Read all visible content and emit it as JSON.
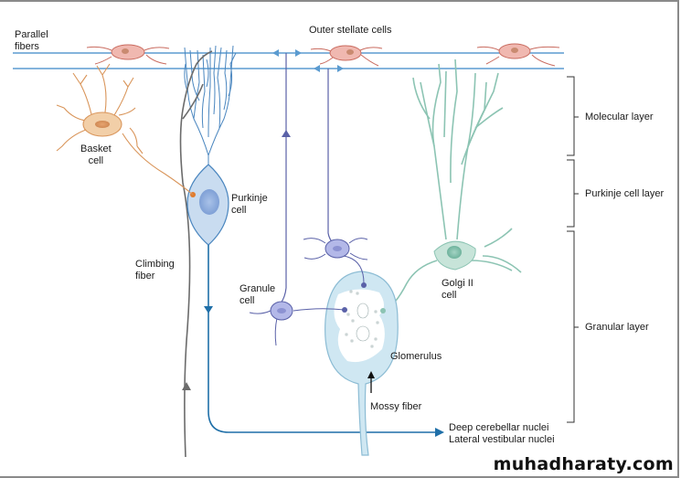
{
  "labels": {
    "parallel_fibers": "Parallel\nfibers",
    "parallel_fibers_line1": "Parallel",
    "parallel_fibers_line2": "fibers",
    "outer_stellate": "Outer stellate cells",
    "basket_line1": "Basket",
    "basket_line2": "cell",
    "purkinje_line1": "Purkinje",
    "purkinje_line2": "cell",
    "climbing_line1": "Climbing",
    "climbing_line2": "fiber",
    "granule_line1": "Granule",
    "granule_line2": "cell",
    "golgi_line1": "Golgi II",
    "golgi_line2": "cell",
    "glomerulus": "Glomerulus",
    "mossy_fiber": "Mossy fiber",
    "output_line1": "Deep cerebellar nuclei",
    "output_line2": "Lateral vestibular nuclei"
  },
  "layers": [
    {
      "name": "Molecular layer"
    },
    {
      "name": "Purkinje cell layer"
    },
    {
      "name": "Granular layer"
    }
  ],
  "watermark": "muhadharaty.com",
  "colors": {
    "parallel_fiber": "#5b9bd0",
    "purkinje_fill": "#c9dcf0",
    "purkinje_stroke": "#4a86bf",
    "purkinje_axon": "#1f6fa8",
    "basket": "#d9955a",
    "basket_fill": "#f2cfa8",
    "stellate_fill": "#f0b8b0",
    "stellate_stroke": "#c96b5f",
    "climbing": "#6b6b6b",
    "granule_fill": "#b3b8e8",
    "granule_stroke": "#5a61a8",
    "golgi": "#8cc4b3",
    "golgi_fill": "#c7e4d9",
    "glomerulus_fill": "#cfe7f2",
    "glomerulus_stroke": "#8cbcd4",
    "bracket": "#333333"
  }
}
